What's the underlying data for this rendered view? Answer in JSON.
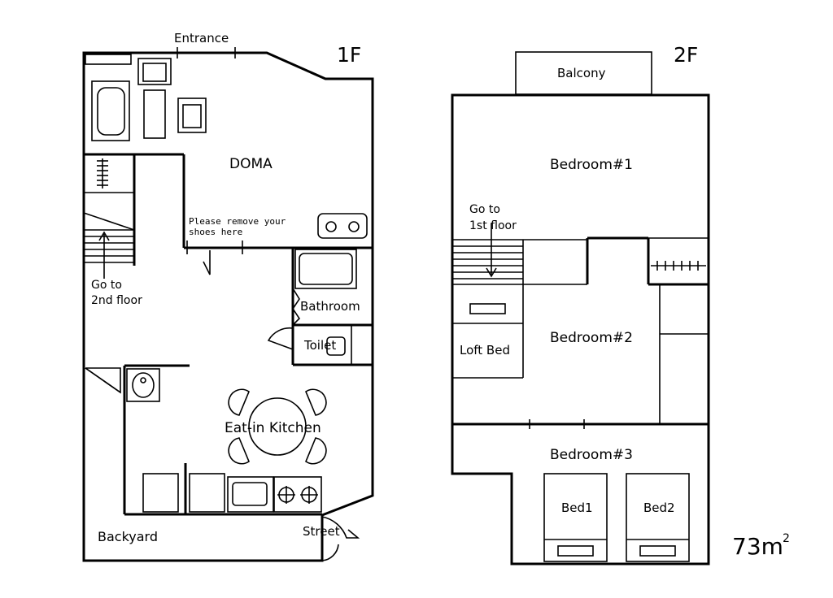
{
  "floors": {
    "first": {
      "title": "1F",
      "labels": {
        "entrance": "Entrance",
        "doma": "DOMA",
        "shoes_note_line1": "Please remove your",
        "shoes_note_line2": "shoes here",
        "stairs_line1": "Go to",
        "stairs_line2": "2nd floor",
        "bathroom": "Bathroom",
        "toilet": "Toilet",
        "kitchen": "Eat-in Kitchen",
        "backyard": "Backyard",
        "street": "Street"
      }
    },
    "second": {
      "title": "2F",
      "labels": {
        "balcony": "Balcony",
        "bedroom1": "Bedroom#1",
        "stairs_line1": "Go to",
        "stairs_line2": "1st floor",
        "loft_bed": "Loft Bed",
        "bedroom2": "Bedroom#2",
        "bedroom3": "Bedroom#3",
        "bed1": "Bed1",
        "bed2": "Bed2"
      }
    }
  },
  "area": {
    "value": "73m",
    "superscript": "2"
  }
}
